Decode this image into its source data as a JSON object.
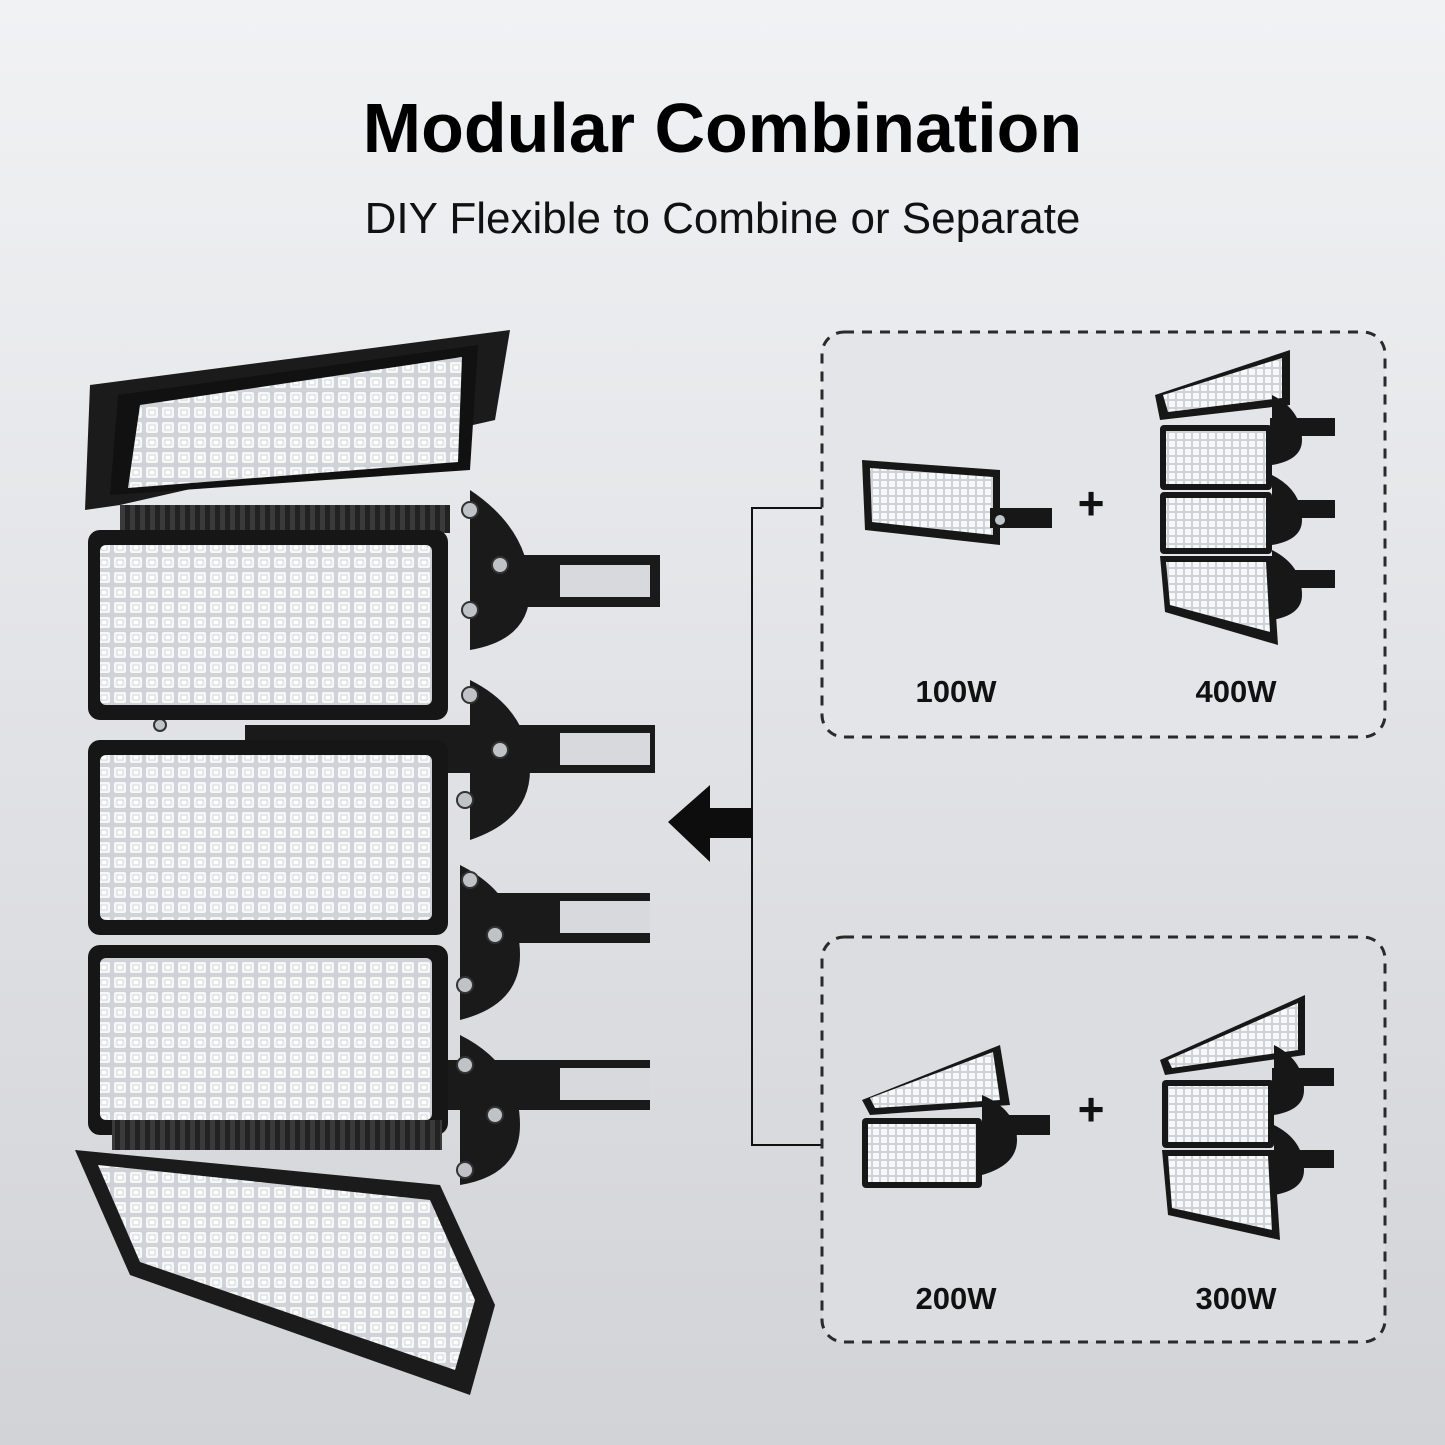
{
  "header": {
    "title": "Modular Combination",
    "subtitle": "DIY Flexible to Combine or Separate"
  },
  "combos": [
    {
      "left_label": "100W",
      "right_label": "400W",
      "operator": "+"
    },
    {
      "left_label": "200W",
      "right_label": "300W",
      "operator": "+"
    }
  ],
  "colors": {
    "housing": "#1a1a1a",
    "led_face": "#dde1e5",
    "dashed_border": "#2a2a2a"
  },
  "icons": {
    "arrow": "left-arrow-icon"
  }
}
